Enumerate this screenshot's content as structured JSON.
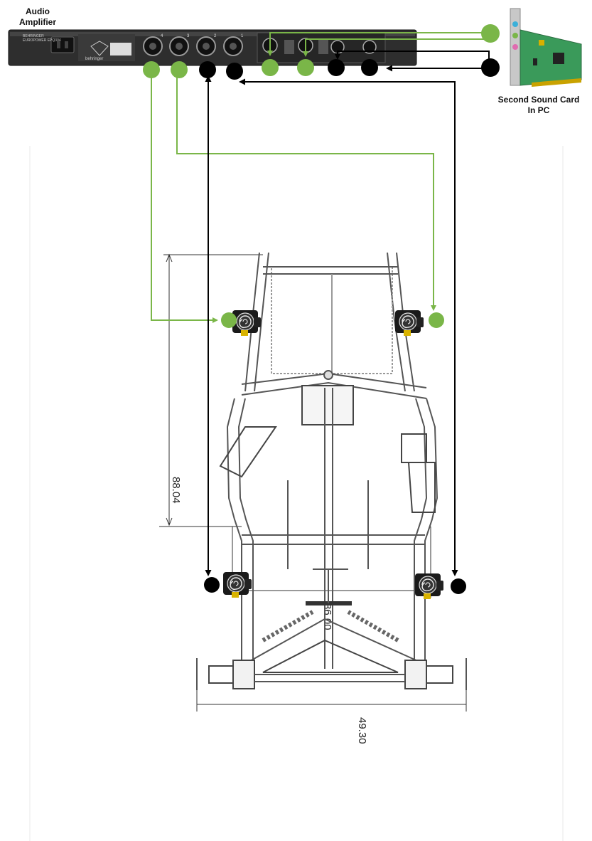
{
  "amplifier": {
    "label_line1": "Audio",
    "label_line2": "Amplifier",
    "brand": "BEHRINGER",
    "model": "EUROPOWER EPQ304",
    "logo_text": "behringer",
    "channel_numbers": [
      "4",
      "3",
      "2",
      "1"
    ]
  },
  "sound_card": {
    "label_line1": "Second Sound Card",
    "label_line2": "In PC"
  },
  "dimensions": {
    "length": "88.04",
    "inner_width": "36.00",
    "outer_width": "49.30"
  },
  "colors": {
    "speaker_wire": "#7ab648",
    "signal_wire": "#000000",
    "amp_body": "#2e2e2e",
    "pcb": "#3a9a5a"
  },
  "icons": {
    "transducer": "bass-shaker-icon",
    "amp": "rack-amplifier-icon",
    "card": "pci-sound-card-icon"
  }
}
